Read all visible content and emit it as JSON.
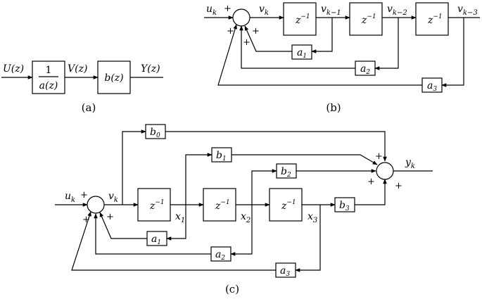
{
  "panel_a": {
    "input_label": "U(z)",
    "block1_numerator": "1",
    "block1_denominator": "a(z)",
    "mid_label": "V(z)",
    "block2_label": "b(z)",
    "output_label": "Y(z)",
    "caption": "(a)"
  },
  "panel_b": {
    "input_label": "u",
    "input_sub": "k",
    "v_k": "v",
    "v_k_sub": "k",
    "v_k1": "v",
    "v_k1_sub": "k−1",
    "v_k2": "v",
    "v_k2_sub": "k−2",
    "v_k3": "v",
    "v_k3_sub": "k−3",
    "delay": "z",
    "delay_exp": "−1",
    "a": "a",
    "a1_sub": "1",
    "a2_sub": "2",
    "a3_sub": "3",
    "plus": "+",
    "caption": "(b)"
  },
  "panel_c": {
    "input_label": "u",
    "input_sub": "k",
    "v_k": "v",
    "v_k_sub": "k",
    "x": "x",
    "x1_sub": "1",
    "x2_sub": "2",
    "x3_sub": "3",
    "delay": "z",
    "delay_exp": "−1",
    "a": "a",
    "a1_sub": "1",
    "a2_sub": "2",
    "a3_sub": "3",
    "b": "b",
    "b0_sub": "0",
    "b1_sub": "1",
    "b2_sub": "2",
    "b3_sub": "3",
    "output_label": "y",
    "output_sub": "k",
    "plus": "+",
    "caption": "(c)"
  }
}
